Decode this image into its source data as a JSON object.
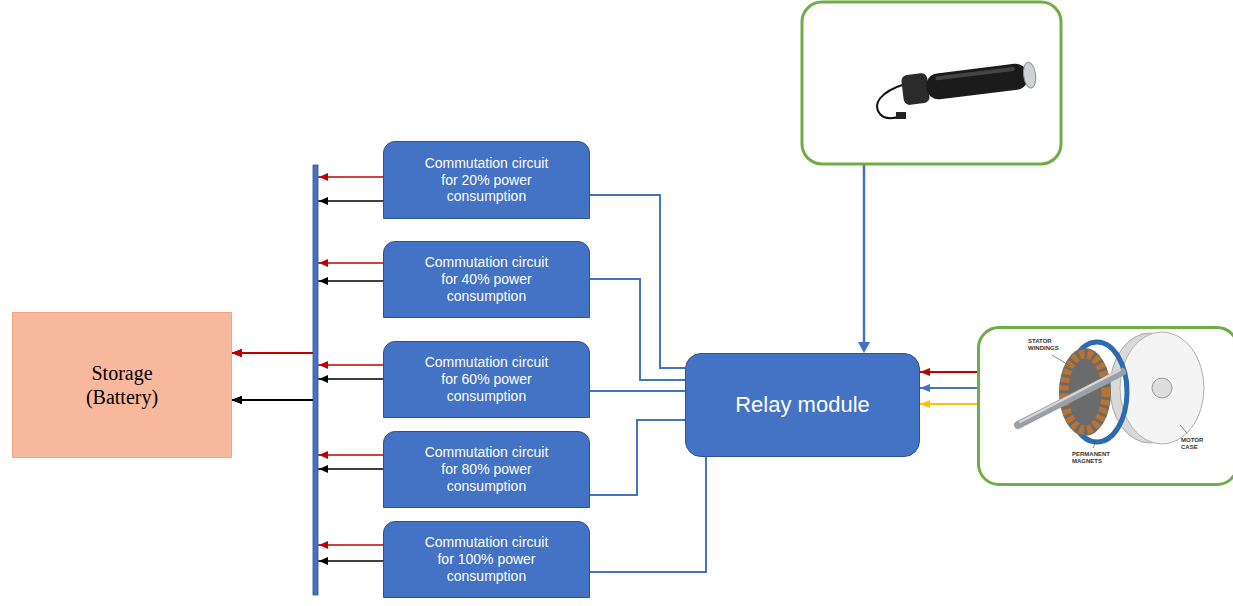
{
  "diagram": {
    "nodes": [
      {
        "text": [
          "Storage (Battery)"
        ]
      },
      {
        "text": [
          "Commutation circuit for 20% power consumption"
        ]
      },
      {
        "text": [
          "Commutation circuit for 40% power consumption"
        ]
      },
      {
        "text": [
          "Commutation circuit for 60% power consumption"
        ]
      },
      {
        "text": [
          "Commutation circuit for 80% power consumption"
        ]
      },
      {
        "text": [
          "Commutation circuit for 100% power consumption"
        ]
      },
      {
        "text": [
          "Relay module"
        ]
      },
      {
        "text": [
          "STATOR WINDINGS",
          "PERMANENT MAGNETS",
          "MOTOR CASE"
        ]
      }
    ],
    "edges": [
      {
        "from": 1,
        "to": 0,
        "arrow": "to"
      },
      {
        "from": 1,
        "to": 0,
        "arrow": "to"
      },
      {
        "from": 2,
        "to": 0,
        "arrow": "to"
      },
      {
        "from": 2,
        "to": 0,
        "arrow": "to"
      },
      {
        "from": 3,
        "to": 0,
        "arrow": "to"
      },
      {
        "from": 3,
        "to": 0,
        "arrow": "to"
      },
      {
        "from": 4,
        "to": 0,
        "arrow": "to"
      },
      {
        "from": 4,
        "to": 0,
        "arrow": "to"
      },
      {
        "from": 5,
        "to": 0,
        "arrow": "to"
      },
      {
        "from": 5,
        "to": 0,
        "arrow": "to"
      },
      {
        "from": 1,
        "to": 6,
        "arrow": "none"
      },
      {
        "from": 2,
        "to": 6,
        "arrow": "none"
      },
      {
        "from": 3,
        "to": 6,
        "arrow": "none"
      },
      {
        "from": 4,
        "to": 6,
        "arrow": "none"
      },
      {
        "from": 5,
        "to": 6,
        "arrow": "none"
      },
      {
        "from": 7,
        "to": 6,
        "arrow": "to"
      },
      {
        "from": 7,
        "to": 6,
        "arrow": "to"
      },
      {
        "from": 7,
        "to": 6,
        "arrow": "to"
      }
    ]
  }
}
